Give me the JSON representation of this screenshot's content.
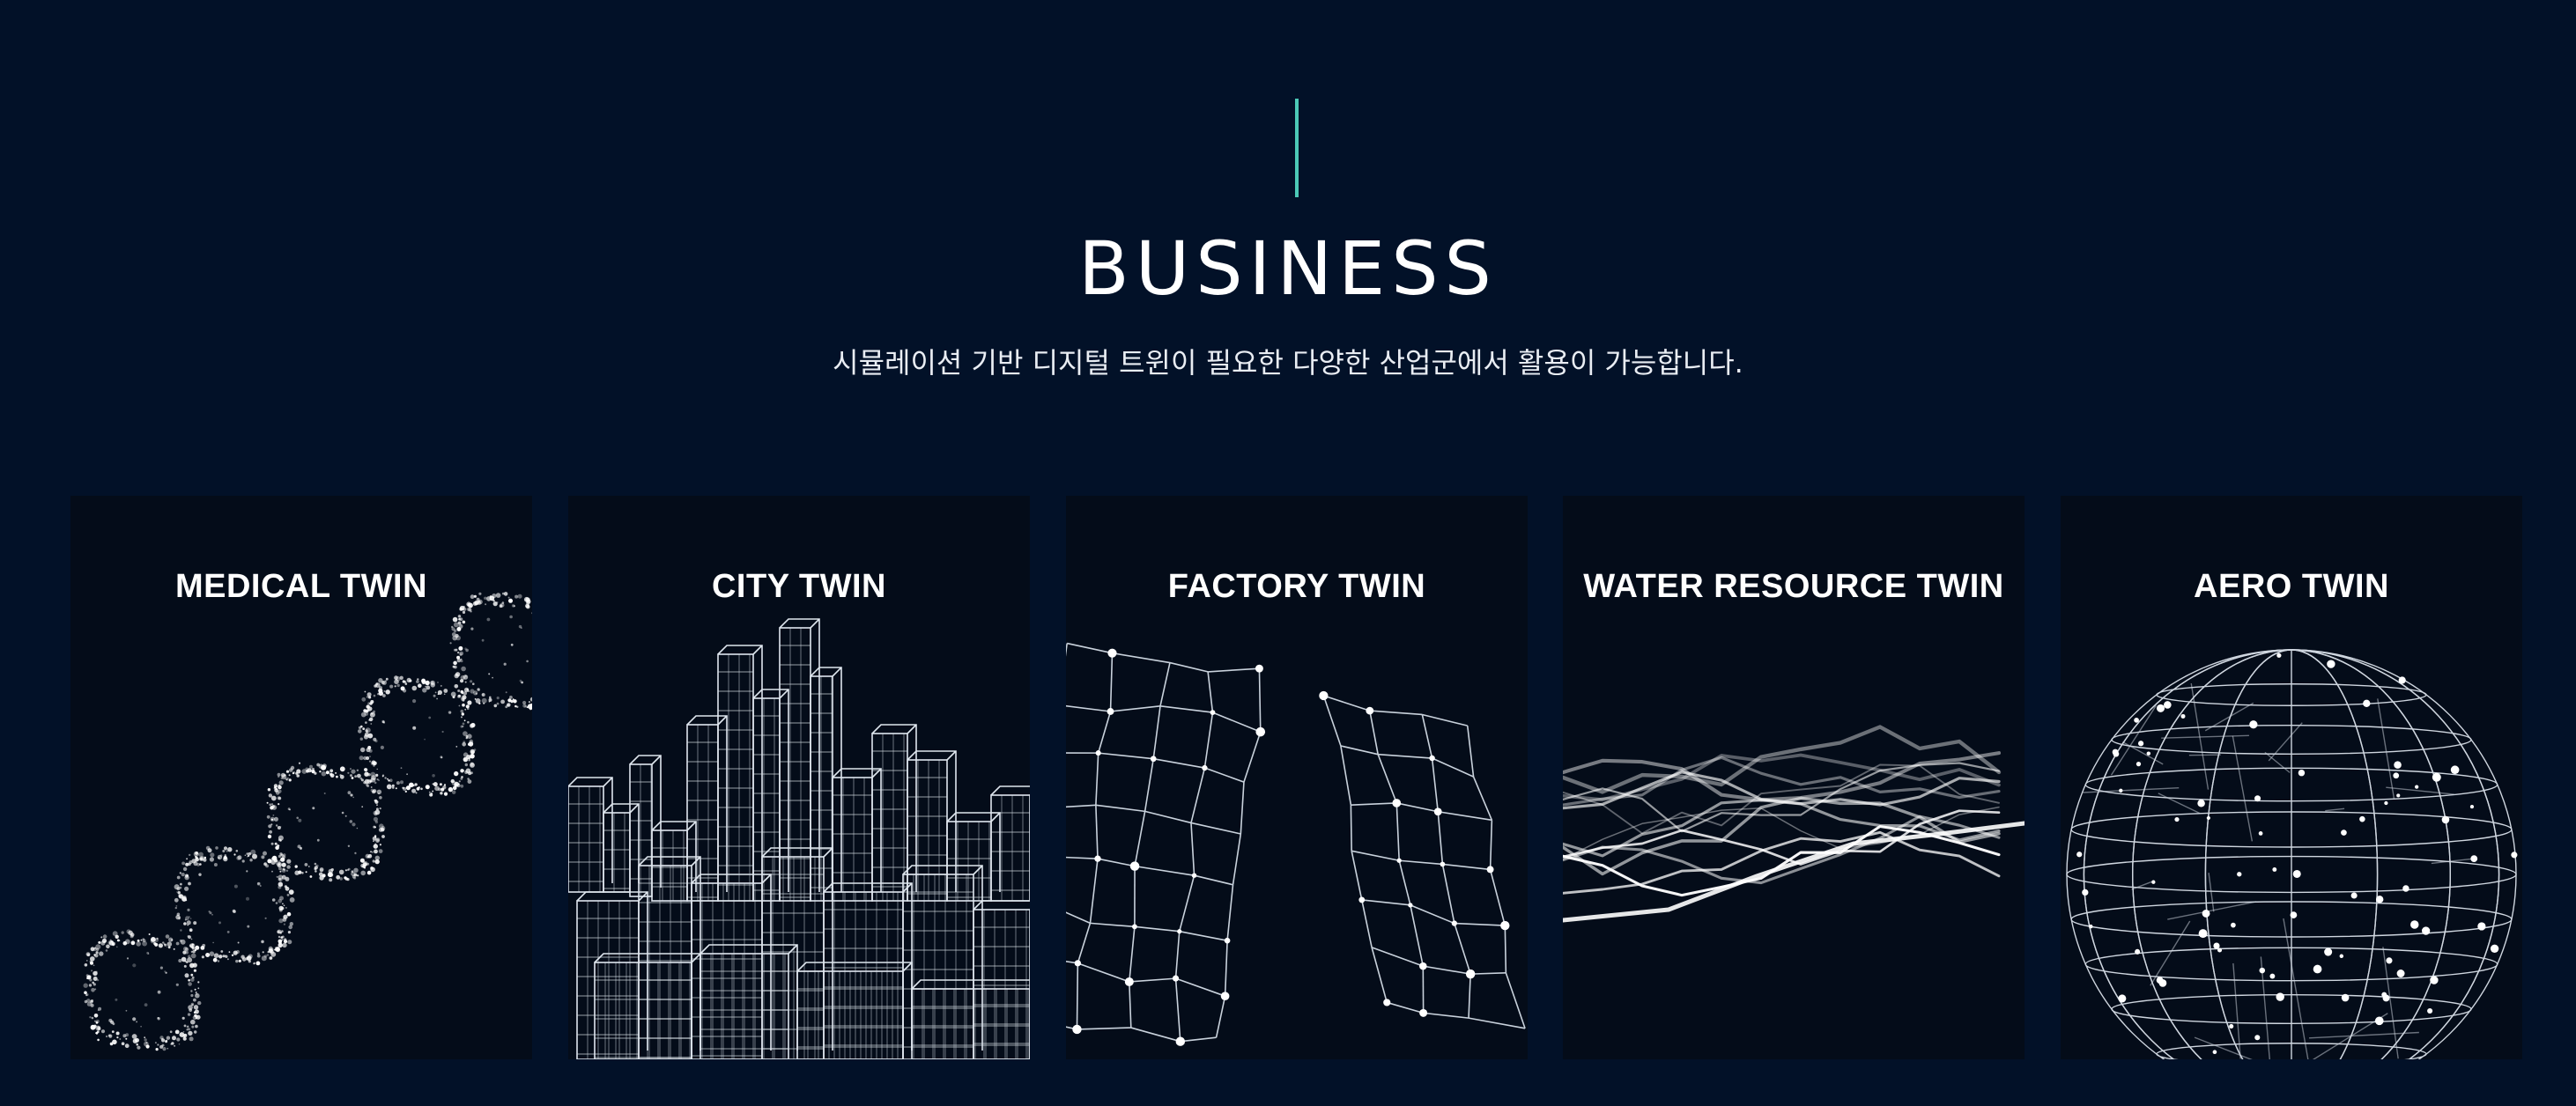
{
  "header": {
    "title": "BUSINESS",
    "subtitle": "시뮬레이션 기반 디지털 트윈이 필요한 다양한 산업군에서 활용이 가능합니다."
  },
  "cards": [
    {
      "title": "MEDICAL TWIN",
      "icon": "dna-helix-icon"
    },
    {
      "title": "CITY TWIN",
      "icon": "wireframe-city-icon"
    },
    {
      "title": "FACTORY TWIN",
      "icon": "network-mesh-icon"
    },
    {
      "title": "WATER RESOURCE TWIN",
      "icon": "wave-lines-icon"
    },
    {
      "title": "AERO TWIN",
      "icon": "wireframe-globe-icon"
    }
  ],
  "colors": {
    "background": "#021128",
    "card": "#040c19",
    "accent": "#4cc9b7",
    "text": "#ffffff"
  }
}
